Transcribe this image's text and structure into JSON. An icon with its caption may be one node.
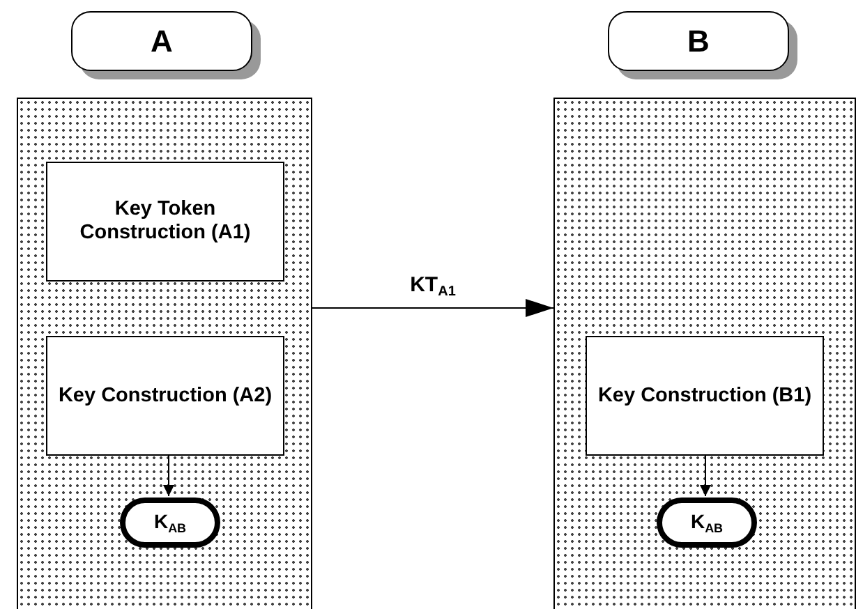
{
  "diagram": {
    "nodes": [
      {
        "text": [
          "A"
        ]
      },
      {
        "text": [
          "Key Token Construction (A1)"
        ],
        "in": 0
      },
      {
        "text": [
          "Key Construction (A2)"
        ],
        "in": 0
      },
      {
        "text": [
          "K$_{AB}$"
        ],
        "in": 0
      },
      {
        "text": [
          "B"
        ]
      },
      {
        "text": [
          "Key Construction (B1)"
        ],
        "in": 4
      },
      {
        "text": [
          "K$_{AB}$"
        ],
        "in": 4
      }
    ],
    "edges": [
      {
        "from": 0,
        "to": 4,
        "arrow": "to",
        "label": "KT$_{A1}$"
      },
      {
        "from": 2,
        "to": 3,
        "arrow": "to"
      },
      {
        "from": 5,
        "to": 6,
        "arrow": "to"
      }
    ]
  }
}
